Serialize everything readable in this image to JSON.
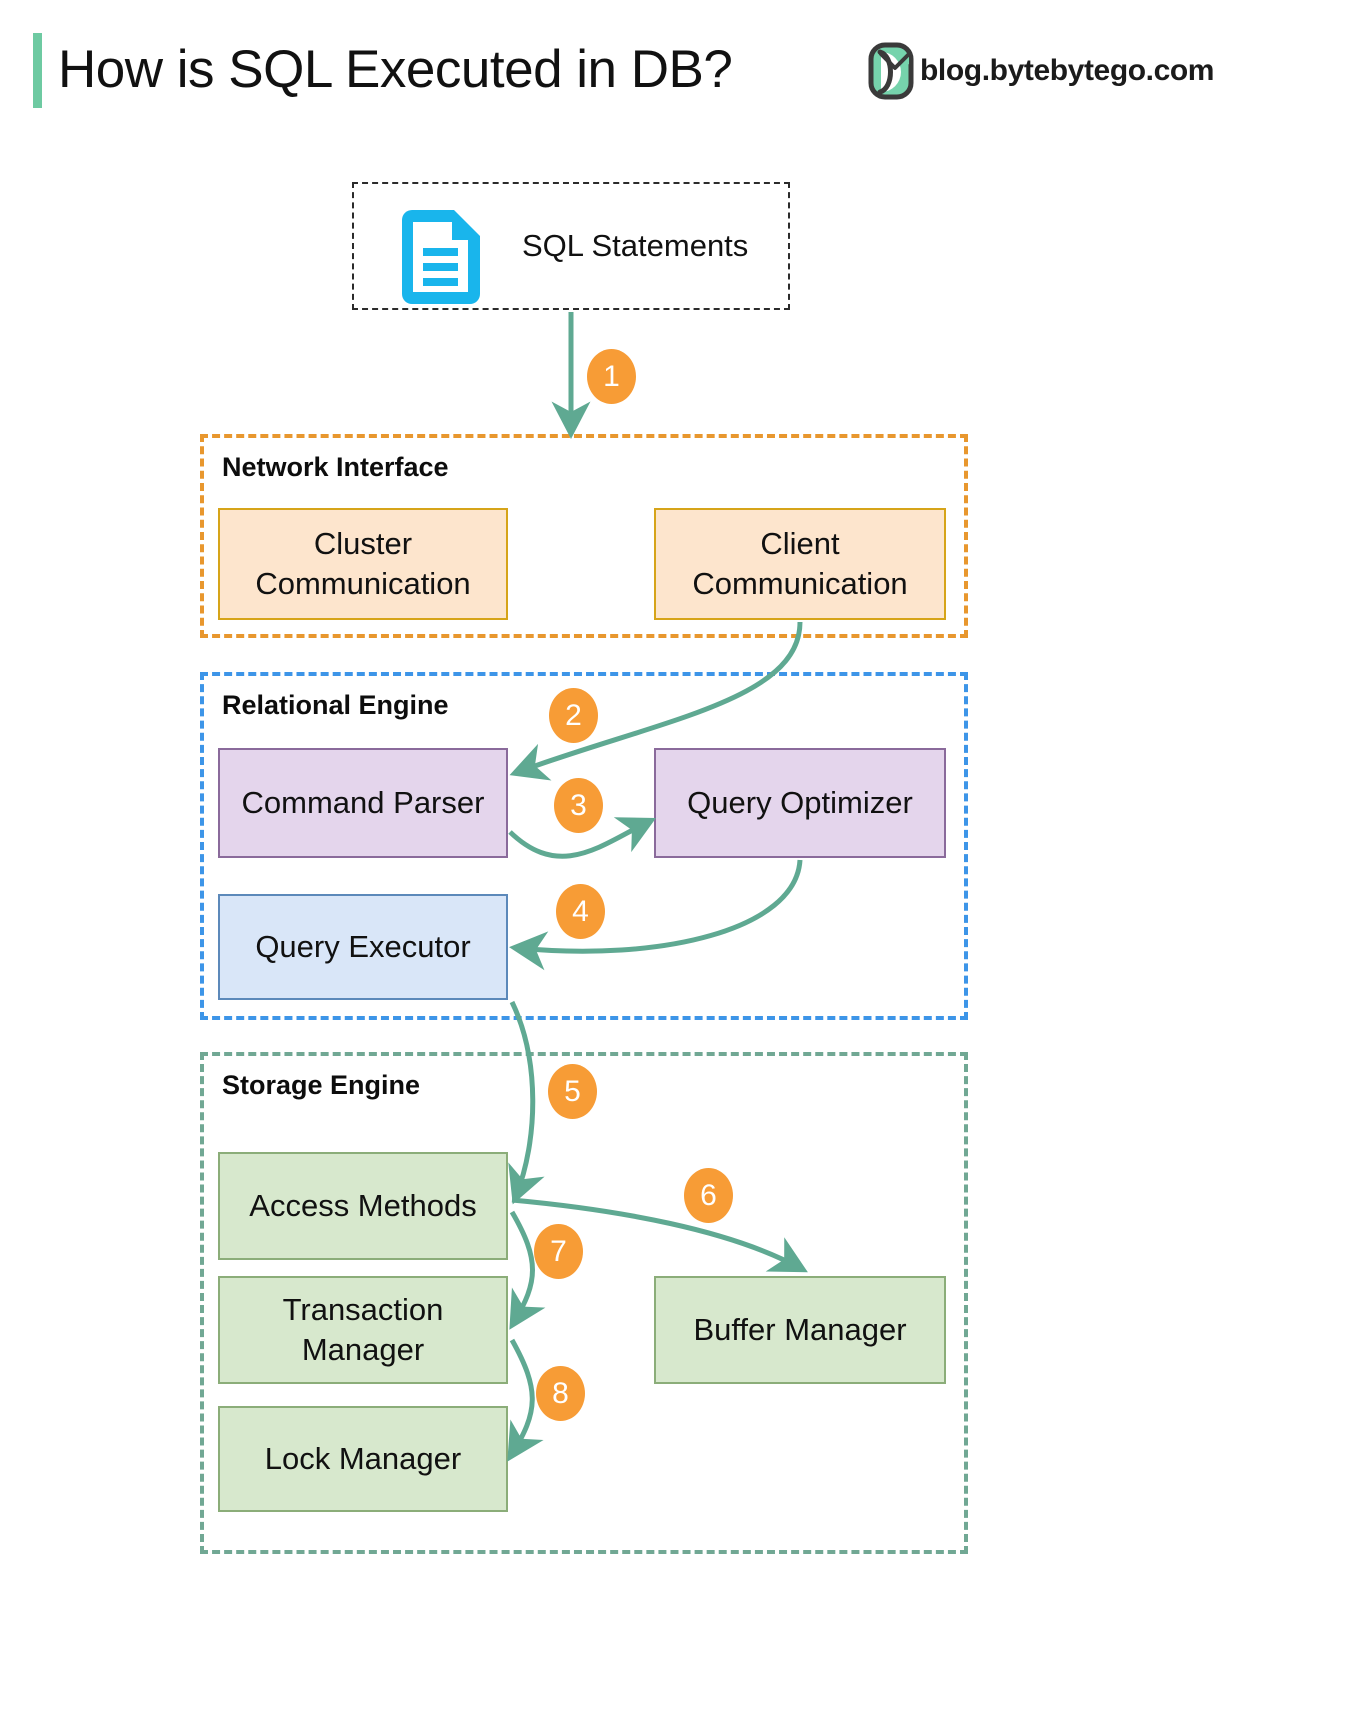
{
  "header": {
    "title": "How is SQL Executed in DB?",
    "brand": "blog.bytebytego.com",
    "logo_icon": "bytebytego-logo-icon",
    "accent_color": "#6ecaa2"
  },
  "source": {
    "label": "SQL Statements",
    "icon": "document-icon",
    "icon_color": "#19b5ec"
  },
  "groups": [
    {
      "id": "network-interface",
      "title": "Network Interface",
      "border_color": "#e8972e",
      "nodes": [
        {
          "id": "cluster-communication",
          "label": "Cluster\nCommunication",
          "line1": "Cluster",
          "line2": "Communication",
          "fill": "#fde5cd",
          "stroke": "#d6a419"
        },
        {
          "id": "client-communication",
          "label": "Client\nCommunication",
          "line1": "Client",
          "line2": "Communication",
          "fill": "#fde5cd",
          "stroke": "#d6a419"
        }
      ]
    },
    {
      "id": "relational-engine",
      "title": "Relational Engine",
      "border_color": "#3d95e8",
      "nodes": [
        {
          "id": "command-parser",
          "label": "Command Parser",
          "fill": "#e4d5ec",
          "stroke": "#8a6a9b"
        },
        {
          "id": "query-optimizer",
          "label": "Query Optimizer",
          "fill": "#e4d5ec",
          "stroke": "#8a6a9b"
        },
        {
          "id": "query-executor",
          "label": "Query Executor",
          "fill": "#d9e6f8",
          "stroke": "#5c89ba"
        }
      ]
    },
    {
      "id": "storage-engine",
      "title": "Storage Engine",
      "border_color": "#71a894",
      "nodes": [
        {
          "id": "access-methods",
          "label": "Access Methods",
          "fill": "#d7e8cd",
          "stroke": "#8bad79"
        },
        {
          "id": "transaction-manager",
          "label": "Transaction\nManager",
          "line1": "Transaction",
          "line2": "Manager",
          "fill": "#d7e8cd",
          "stroke": "#8bad79"
        },
        {
          "id": "lock-manager",
          "label": "Lock Manager",
          "fill": "#d7e8cd",
          "stroke": "#8bad79"
        },
        {
          "id": "buffer-manager",
          "label": "Buffer Manager",
          "fill": "#d7e8cd",
          "stroke": "#8bad79"
        }
      ]
    }
  ],
  "steps": [
    {
      "n": "1",
      "from": "SQL Statements",
      "to": "Network Interface"
    },
    {
      "n": "2",
      "from": "Client Communication",
      "to": "Command Parser"
    },
    {
      "n": "3",
      "from": "Command Parser",
      "to": "Query Optimizer"
    },
    {
      "n": "4",
      "from": "Query Optimizer",
      "to": "Query Executor"
    },
    {
      "n": "5",
      "from": "Query Executor",
      "to": "Access Methods"
    },
    {
      "n": "6",
      "from": "Access Methods",
      "to": "Buffer Manager"
    },
    {
      "n": "7",
      "from": "Access Methods",
      "to": "Transaction Manager"
    },
    {
      "n": "8",
      "from": "Transaction Manager",
      "to": "Lock Manager"
    }
  ],
  "arrow_color": "#5fa992"
}
